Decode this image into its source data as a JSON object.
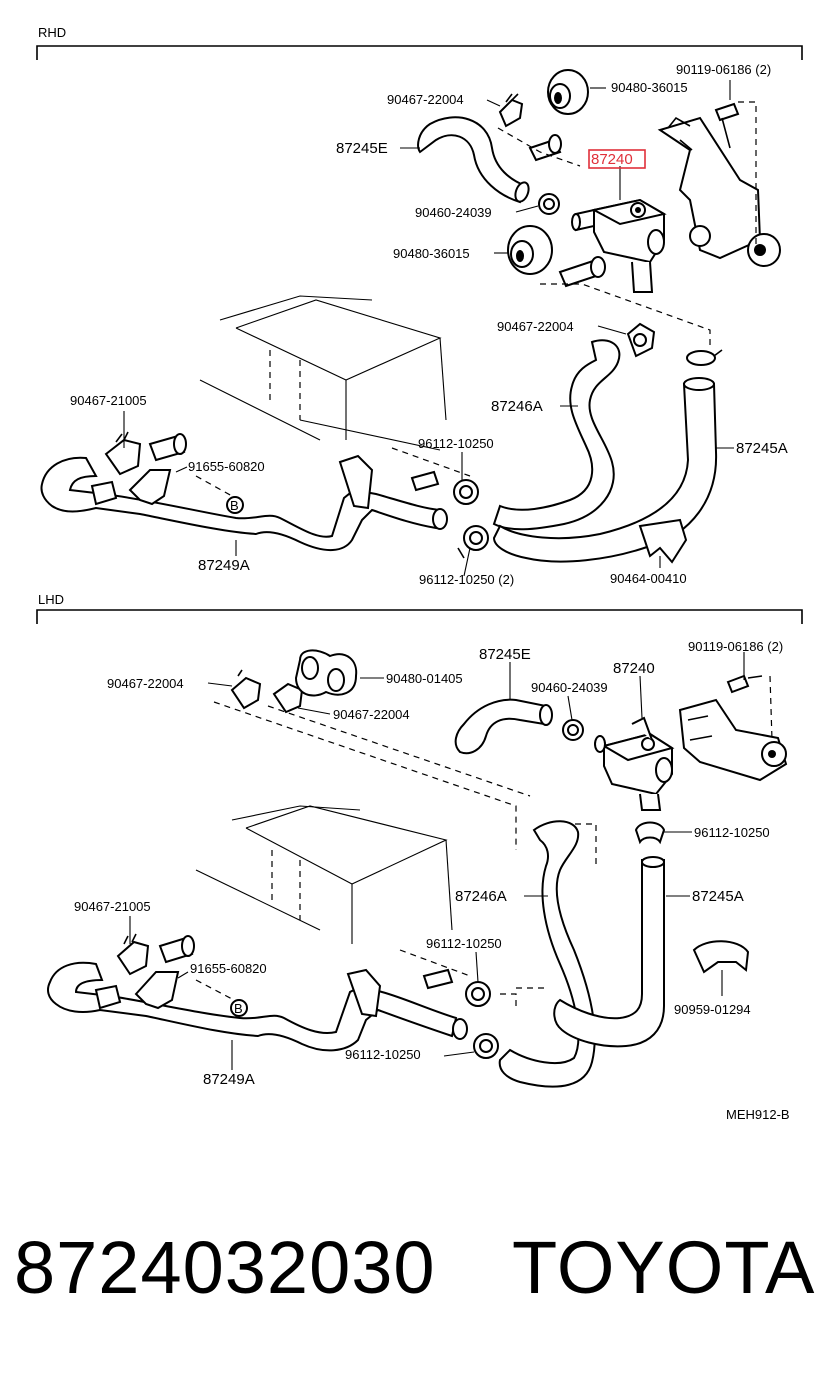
{
  "sections": {
    "rhd": {
      "title": "RHD",
      "labels": {
        "clip_top": "90467-22004",
        "grommet_top": "90480-36015",
        "bolt": "90119-06186 (2)",
        "hose_e": "87245E",
        "valve": "87240",
        "clamp_valve": "90460-24039",
        "grommet_mid": "90480-36015",
        "clip_mid": "90467-22004",
        "hose_a": "87246A",
        "hose_b": "87245A",
        "clip_left": "90467-21005",
        "bolt_b": "91655-60820",
        "clamp_mid": "96112-10250",
        "pipe": "87249A",
        "clamp_bottom": "96112-10250 (2)",
        "holder": "90464-00410"
      }
    },
    "lhd": {
      "title": "LHD",
      "labels": {
        "clip_top": "90467-22004",
        "grommet": "90480-01405",
        "clip_top2": "90467-22004",
        "hose_e": "87245E",
        "valve": "87240",
        "clamp_valve": "90460-24039",
        "bolt": "90119-06186 (2)",
        "clamp_right": "96112-10250",
        "hose_a": "87246A",
        "hose_b": "87245A",
        "clip_left": "90467-21005",
        "clamp_mid": "96112-10250",
        "bolt_b": "91655-60820",
        "holder": "90959-01294",
        "clamp_bottom": "96112-10250",
        "pipe": "87249A"
      }
    }
  },
  "circle_marker": "B",
  "figure_code": "MEH912-B",
  "footer": {
    "part_number": "8724032030",
    "brand": "TOYOTA"
  },
  "highlight_color": "#e0303a"
}
